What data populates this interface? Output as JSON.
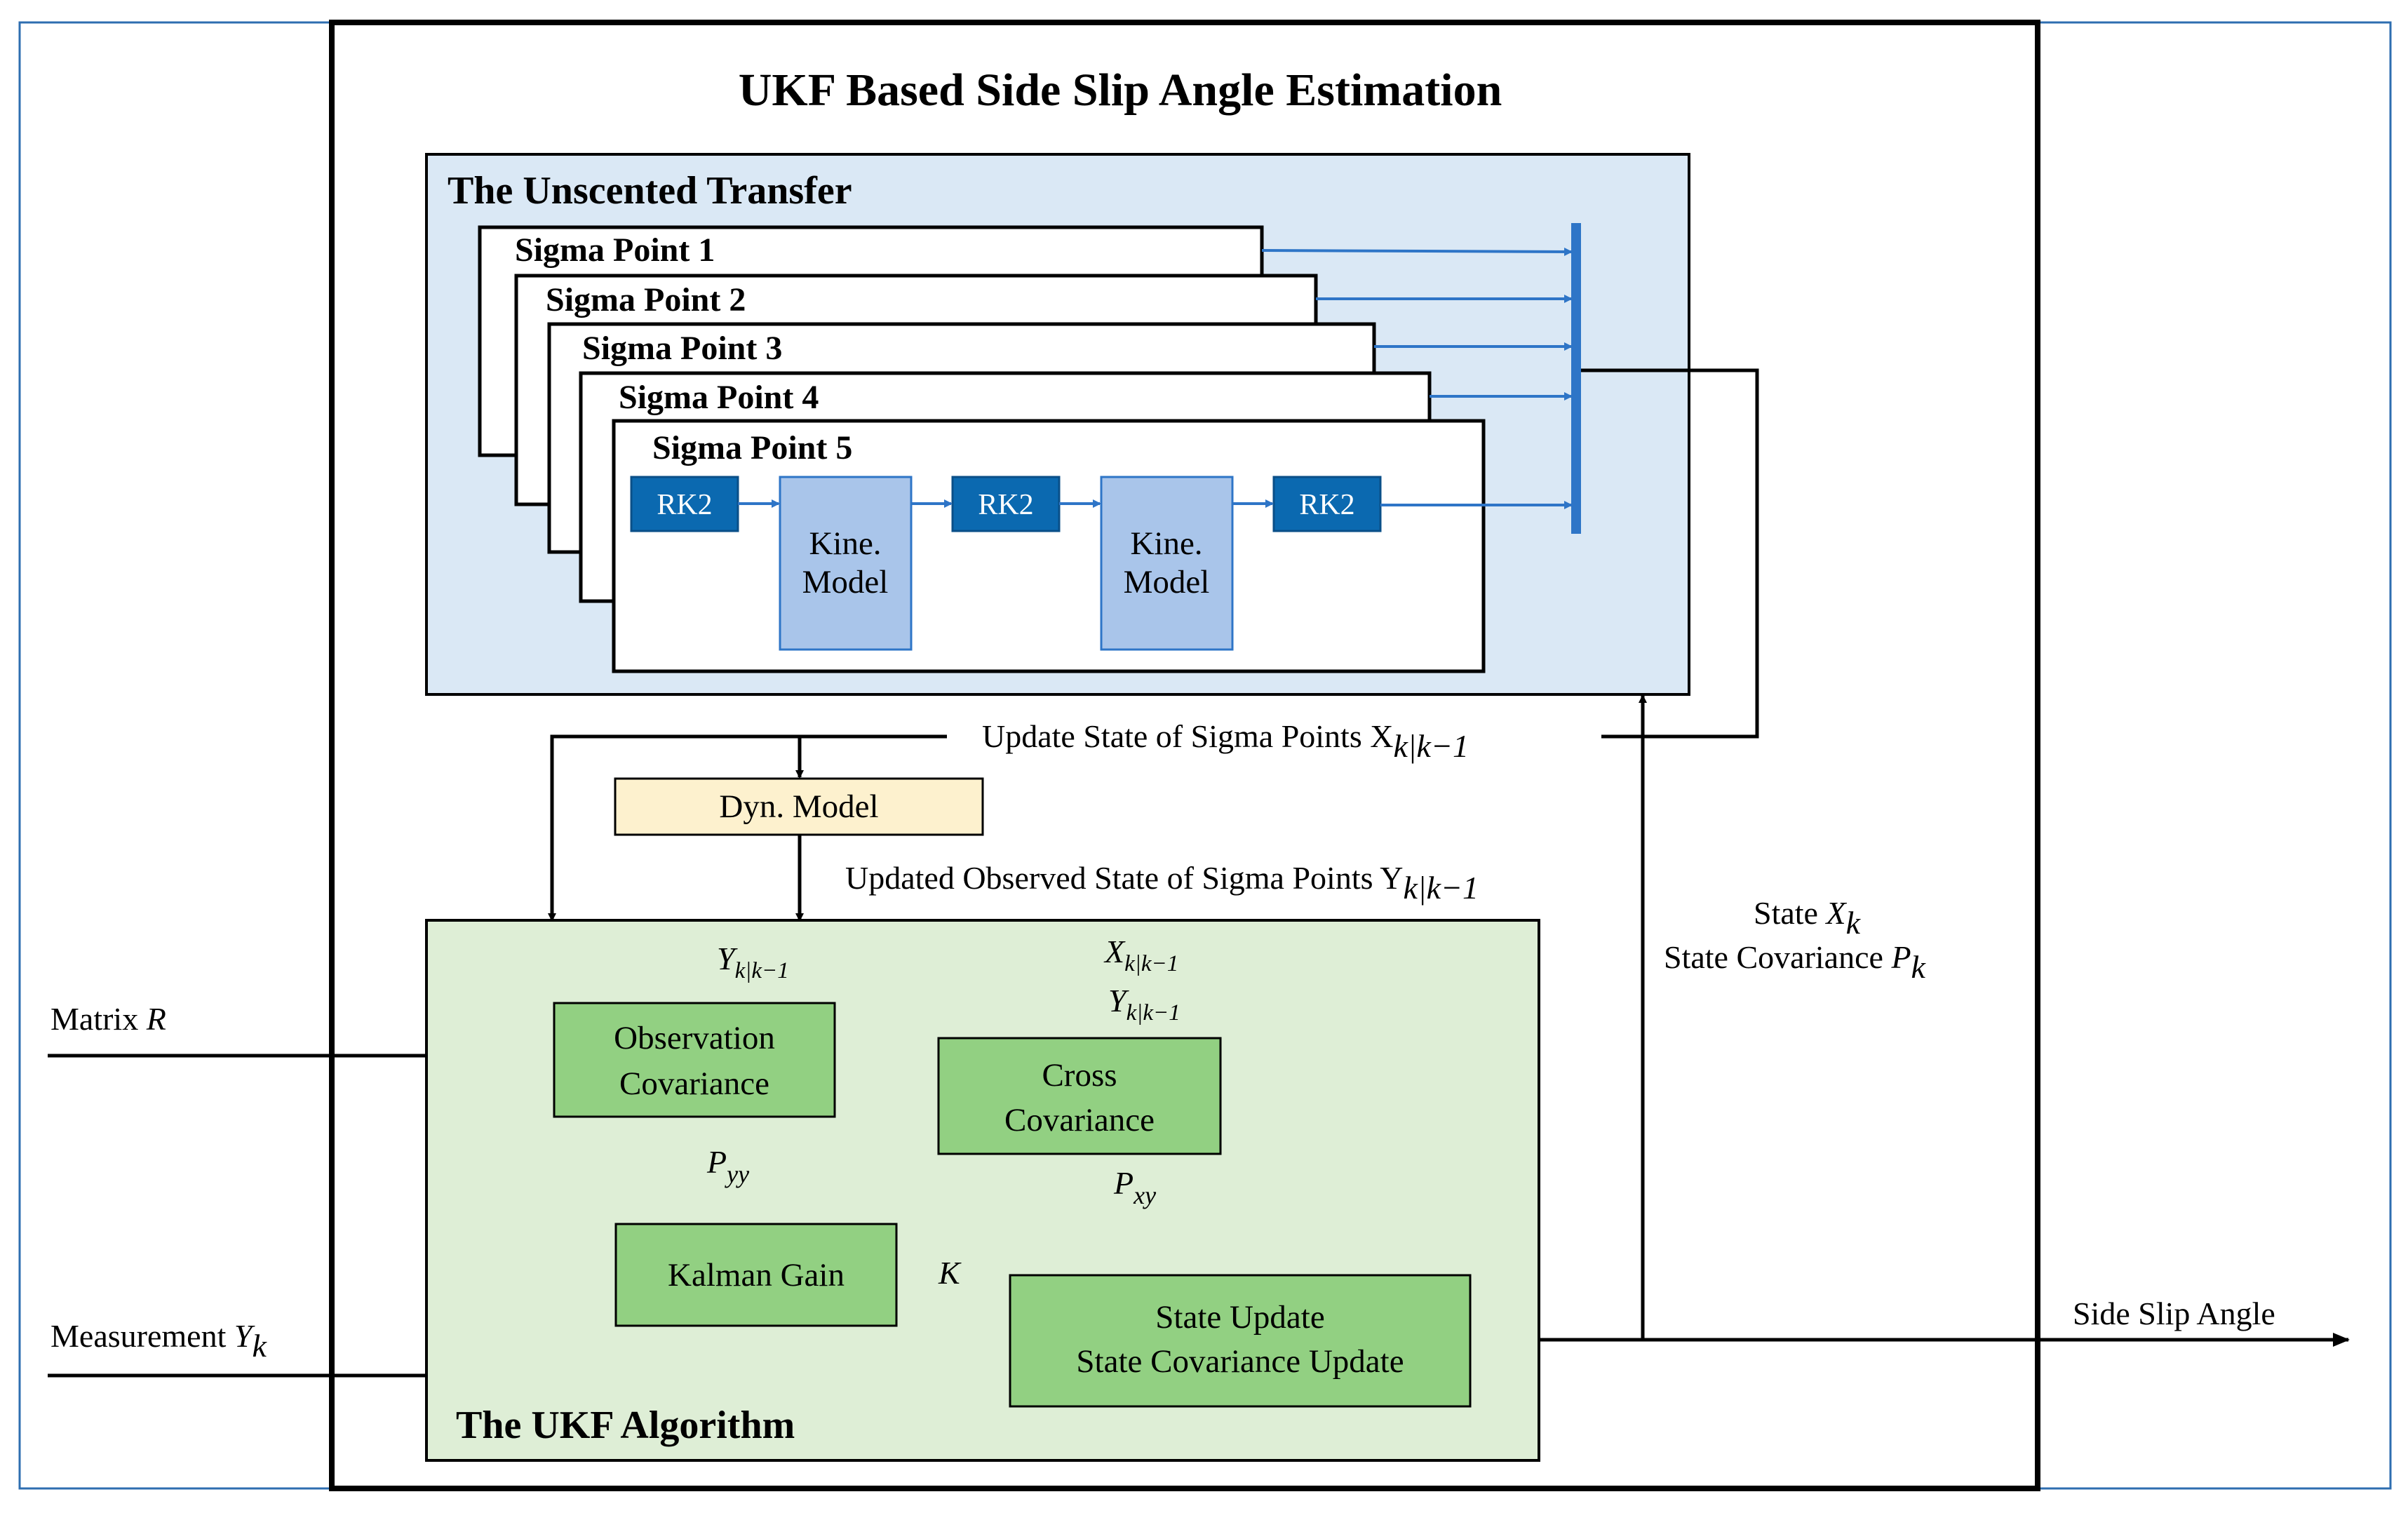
{
  "title": "UKF Based Side Slip Angle Estimation",
  "unscented": {
    "title": "The Unscented Transfer",
    "sigma_points": [
      "Sigma Point 1",
      "Sigma Point 2",
      "Sigma Point 3",
      "Sigma Point 4",
      "Sigma Point 5"
    ],
    "rk_label": "RK2",
    "kine_line1": "Kine.",
    "kine_line2": "Model"
  },
  "update_state_label": "Update State of Sigma Points X",
  "update_state_sub": "k|k−1",
  "dyn_model": "Dyn. Model",
  "updated_observed_label": "Updated Observed State of Sigma Points Y",
  "updated_observed_sub": "k|k−1",
  "ukf": {
    "title": "The UKF Algorithm",
    "observation_covariance": [
      "Observation",
      "Covariance"
    ],
    "cross_covariance": [
      "Cross",
      "Covariance"
    ],
    "kalman_gain": "Kalman Gain",
    "state_update": [
      "State Update",
      "State Covariance Update"
    ]
  },
  "vars": {
    "y_sym": "Y",
    "x_sym": "X",
    "p_sym": "P",
    "k_sym": "K",
    "kk1": "k|k−1",
    "yy": "yy",
    "xy": "xy",
    "k": "k"
  },
  "inputs": {
    "matrix_r_text": "Matrix ",
    "matrix_r_sym": "R",
    "measurement_text": "Measurement ",
    "measurement_sym": "Y",
    "measurement_sub": "k"
  },
  "feedback": {
    "state_text": "State ",
    "state_sym": "X",
    "state_sub": "k",
    "cov_text": "State Covariance ",
    "cov_sym": "P",
    "cov_sub": "k"
  },
  "output": "Side Slip Angle",
  "colors": {
    "blue_panel": "#dae8f5",
    "blue_line": "#2e75c7",
    "rk_fill": "#0b69b0",
    "kine_fill": "#a9c5ea",
    "dyn_fill": "#fdf1ce",
    "green_panel": "#deeed6",
    "green_block": "#92d082",
    "outer_border": "#2e6eb0"
  }
}
